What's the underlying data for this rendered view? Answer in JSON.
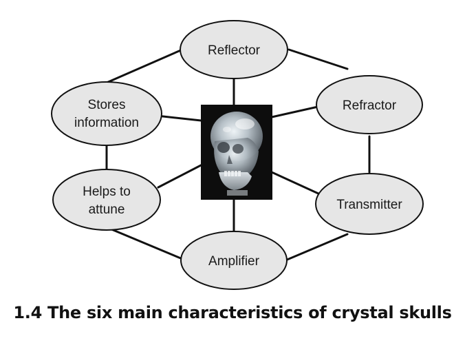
{
  "diagram": {
    "nodes": [
      {
        "id": "reflector",
        "lines": [
          "Reflector"
        ]
      },
      {
        "id": "refractor",
        "lines": [
          "Refractor"
        ]
      },
      {
        "id": "transmitter",
        "lines": [
          "Transmitter"
        ]
      },
      {
        "id": "amplifier",
        "lines": [
          "Amplifier"
        ]
      },
      {
        "id": "helps-to-attune",
        "lines": [
          "Helps to",
          "attune"
        ]
      },
      {
        "id": "stores-information",
        "lines": [
          "Stores",
          "information"
        ]
      }
    ],
    "center_image": "crystal-skull-photo"
  },
  "caption": "1.4 The six main characteristics of crystal skulls"
}
